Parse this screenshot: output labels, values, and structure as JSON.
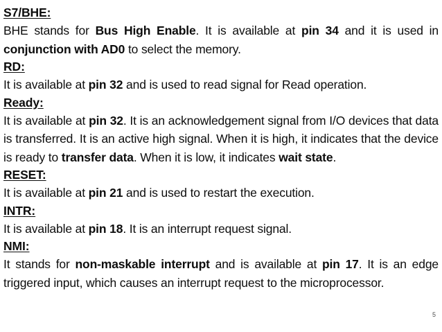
{
  "slide": {
    "page_number": "5",
    "text_color": "#0d0d0d",
    "background_color": "#ffffff",
    "sections": [
      {
        "id": "s7-bhe",
        "heading": "S7/BHE:",
        "body_runs": [
          {
            "text": "BHE stands for ",
            "bold": false
          },
          {
            "text": "Bus High Enable",
            "bold": true
          },
          {
            "text": ". It is available at ",
            "bold": false
          },
          {
            "text": "pin 34",
            "bold": true
          },
          {
            "text": " and it is used in ",
            "bold": false
          },
          {
            "text": "conjunction with AD0",
            "bold": true
          },
          {
            "text": " to select the memory.",
            "bold": false
          }
        ]
      },
      {
        "id": "rd",
        "heading": "RD:",
        "body_runs": [
          {
            "text": "It is available at ",
            "bold": false
          },
          {
            "text": "pin 32",
            "bold": true
          },
          {
            "text": " and is used to read signal for Read operation.",
            "bold": false
          }
        ]
      },
      {
        "id": "ready",
        "heading": "Ready:",
        "body_runs": [
          {
            "text": "It is available at ",
            "bold": false
          },
          {
            "text": "pin 32",
            "bold": true
          },
          {
            "text": ". It is an acknowledgement signal from I/O devices that data is transferred. It is an active high signal. When it is high, it indicates that the device is ready to ",
            "bold": false
          },
          {
            "text": "transfer data",
            "bold": true
          },
          {
            "text": ". When it is low, it indicates ",
            "bold": false
          },
          {
            "text": "wait state",
            "bold": true
          },
          {
            "text": ".",
            "bold": false
          }
        ]
      },
      {
        "id": "reset",
        "heading": "RESET:",
        "body_runs": [
          {
            "text": "It is available at ",
            "bold": false
          },
          {
            "text": "pin 21",
            "bold": true
          },
          {
            "text": " and is used to restart the execution.",
            "bold": false
          }
        ]
      },
      {
        "id": "intr",
        "heading": "INTR:",
        "body_runs": [
          {
            "text": "It is available at ",
            "bold": false
          },
          {
            "text": "pin 18",
            "bold": true
          },
          {
            "text": ". It is an interrupt request signal.",
            "bold": false
          }
        ]
      },
      {
        "id": "nmi",
        "heading": "NMI:",
        "body_runs": [
          {
            "text": "It stands for ",
            "bold": false
          },
          {
            "text": "non-maskable interrupt",
            "bold": true
          },
          {
            "text": " and is available at ",
            "bold": false
          },
          {
            "text": "pin 17",
            "bold": true
          },
          {
            "text": ". It is an edge triggered input, which causes an interrupt request to the microprocessor.",
            "bold": false
          }
        ]
      }
    ]
  }
}
